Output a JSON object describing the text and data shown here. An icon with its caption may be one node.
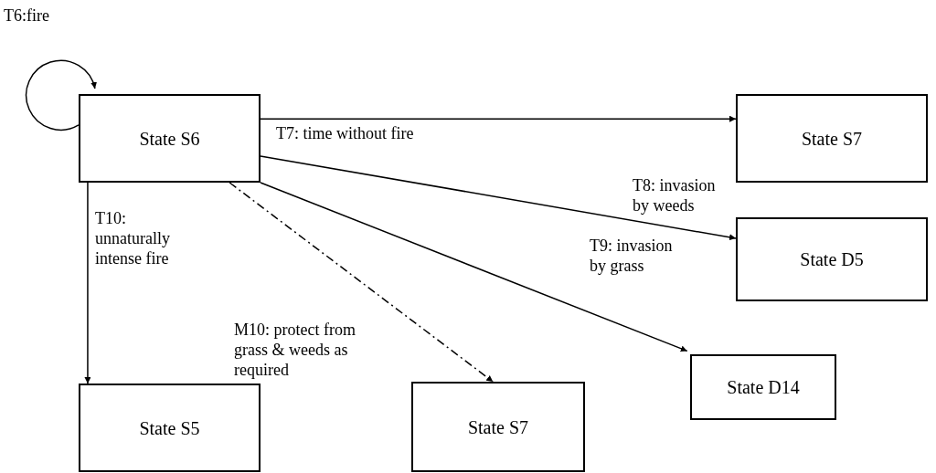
{
  "diagram": {
    "nodes": [
      {
        "text": [
          "State S6"
        ]
      },
      {
        "text": [
          "State S7"
        ]
      },
      {
        "text": [
          "State D5"
        ]
      },
      {
        "text": [
          "State D14"
        ]
      },
      {
        "text": [
          "State S5"
        ]
      },
      {
        "text": [
          "State S7"
        ]
      }
    ],
    "edges": [
      {
        "from": 0,
        "to": 0,
        "arrow": "to",
        "label": "T6:fire"
      },
      {
        "from": 0,
        "to": 1,
        "arrow": "to",
        "label": "T7: time without fire"
      },
      {
        "from": 0,
        "to": 2,
        "arrow": "to",
        "label": "T8: invasion by weeds"
      },
      {
        "from": 0,
        "to": 3,
        "arrow": "to",
        "label": "T9: invasion by grass"
      },
      {
        "from": 0,
        "to": 5,
        "arrow": "to",
        "label": "M10: protect from grass & weeds as required",
        "style": "dashed"
      },
      {
        "from": 0,
        "to": 4,
        "arrow": "to",
        "label": "T10: unnaturally intense fire"
      }
    ]
  }
}
